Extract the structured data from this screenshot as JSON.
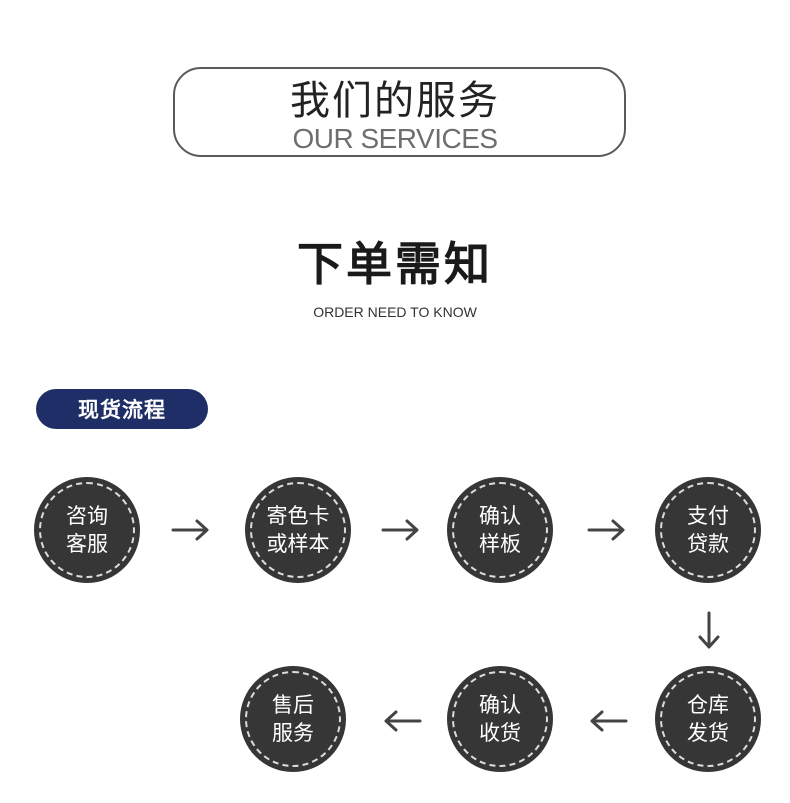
{
  "header": {
    "title": "我们的服务",
    "subtitle": "OUR SERVICES"
  },
  "section": {
    "title": "下单需知",
    "subtitle": "ORDER NEED TO KNOW"
  },
  "tag": {
    "label": "现货流程"
  },
  "steps": [
    {
      "line1": "咨询",
      "line2": "客服"
    },
    {
      "line1": "寄色卡",
      "line2": "或样本"
    },
    {
      "line1": "确认",
      "line2": "样板"
    },
    {
      "line1": "支付",
      "line2": "贷款"
    },
    {
      "line1": "仓库",
      "line2": "发货"
    },
    {
      "line1": "确认",
      "line2": "收货"
    },
    {
      "line1": "售后",
      "line2": "服务"
    }
  ],
  "colors": {
    "tag_bg": "#1f2e66",
    "circle": "#363636",
    "arrow": "#444444"
  }
}
